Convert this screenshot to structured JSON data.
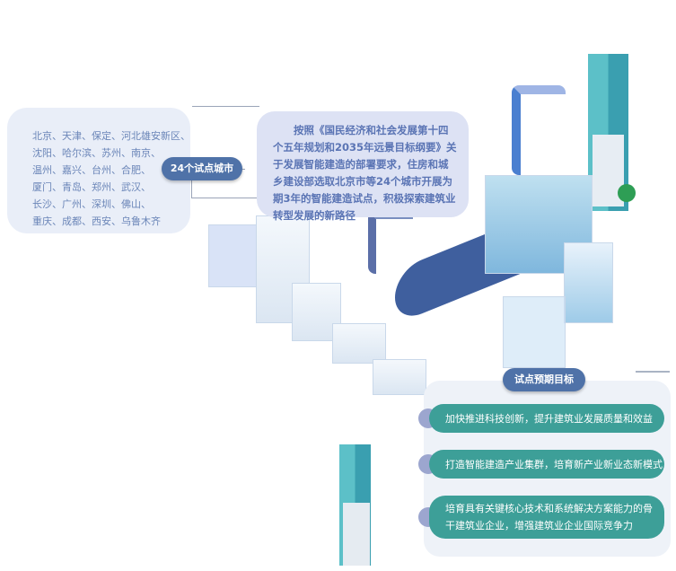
{
  "cities": {
    "badge": "24个试点城市",
    "lines": [
      "北京、天津、保定、河北雄安新区、",
      "沈阳、哈尔滨、苏州、南京、",
      "温州、嘉兴、台州、合肥、",
      "厦门、青岛、郑州、武汉、",
      "长沙、广州、深圳、佛山、",
      "重庆、成都、西安、乌鲁木齐"
    ]
  },
  "intro": {
    "text": "按照《国民经济和社会发展第十四个五年规划和2035年远景目标纲要》关于发展智能建造的部署要求，住房和城乡建设部选取北京市等24个城市开展为期3年的智能建造试点，积极探索建筑业转型发展的新路径"
  },
  "goals": {
    "badge": "试点预期目标",
    "items": [
      "加快推进科技创新，提升建筑业发展质量和效益",
      "打造智能建造产业集群，培育新产业新业态新模式",
      "培育具有关键核心技术和系统解决方案能力的骨干建筑业企业，增强建筑业企业国际竞争力"
    ]
  },
  "colors": {
    "badge": "#4f72a8",
    "pill": "#3d9f98",
    "panel": "#e9eef8"
  }
}
